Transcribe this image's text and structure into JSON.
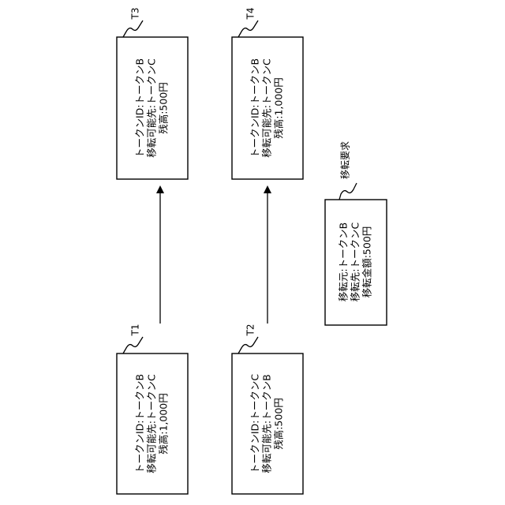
{
  "tokens": {
    "t1": {
      "label": "T1",
      "lines": [
        "トークンID:トークンB",
        "移転可能先:トークンC",
        "残高:1,000円"
      ]
    },
    "t2": {
      "label": "T2",
      "lines": [
        "トークンID:トークンC",
        "移転可能先:トークンB",
        "残高:500円"
      ]
    },
    "t3": {
      "label": "T3",
      "lines": [
        "トークンID:トークンB",
        "移転可能先:トークンC",
        "残高:500円"
      ]
    },
    "t4": {
      "label": "T4",
      "lines": [
        "トークンID:トークンB",
        "移転可能先:トークンC",
        "残高:1,000円"
      ]
    }
  },
  "request": {
    "label": "移転要求",
    "lines": [
      "移転元:トークンB",
      "移転先:トークンC",
      "移転金額:500円"
    ]
  }
}
